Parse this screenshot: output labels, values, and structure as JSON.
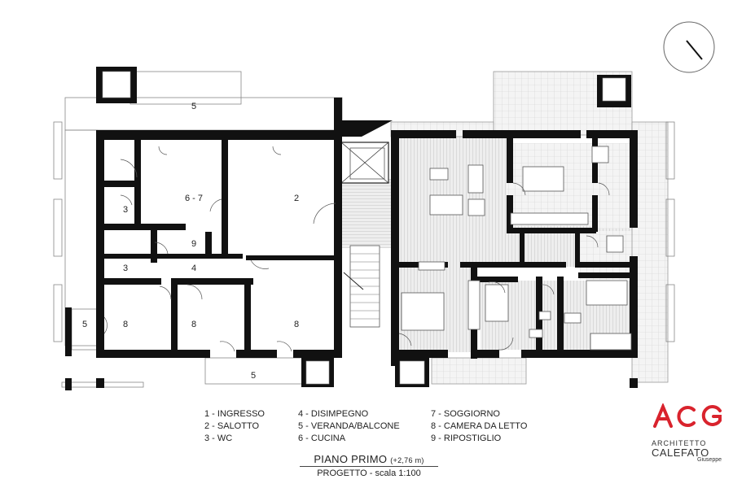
{
  "plan_labels": {
    "veranda_top": "5",
    "veranda_bottom": "5",
    "veranda_left": "5",
    "room_67": "6 - 7",
    "room_2": "2",
    "room_3a": "3",
    "room_9": "9",
    "room_3b": "3",
    "room_4": "4",
    "room_8a": "8",
    "room_8b": "8",
    "room_8c": "8"
  },
  "legend": {
    "col1": [
      "1 - INGRESSO",
      "2 - SALOTTO",
      "3 - WC"
    ],
    "col2": [
      "4 - DISIMPEGNO",
      "5 - VERANDA/BALCONE",
      "6 - CUCINA"
    ],
    "col3": [
      "7 - SOGGIORNO",
      "8 - CAMERA DA LETTO",
      "9 - RIPOSTIGLIO"
    ]
  },
  "title": {
    "main": "PIANO PRIMO",
    "elevation": "(+2,76 m)",
    "sub": "PROGETTO - scala 1:100"
  },
  "logo": {
    "mark": "ACG",
    "line1": "ARCHITETTO",
    "line2": "CALEFATO",
    "line3": "Giuseppe",
    "brand_color": "#d9232d"
  },
  "colors": {
    "wall": "#111111",
    "floor_hatch": "#d8d8d8",
    "outline": "#888888"
  }
}
